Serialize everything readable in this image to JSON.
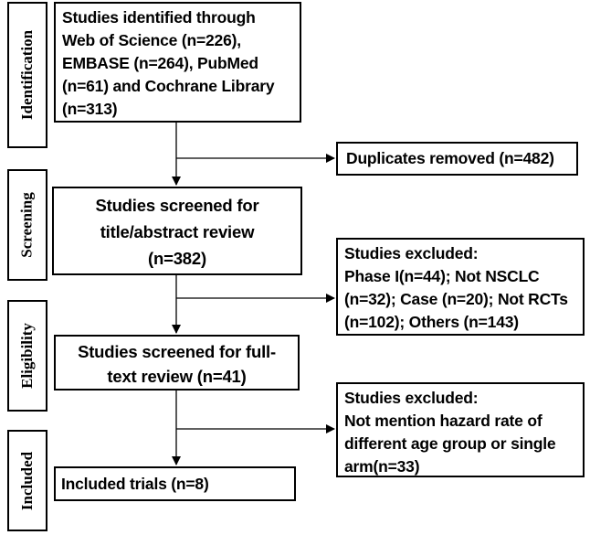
{
  "stages": {
    "identification": "Identification",
    "screening": "Screening",
    "eligibility": "Eligibility",
    "included": "Included"
  },
  "boxes": {
    "identified": [
      "Studies identified through",
      "Web of Science (n=226),",
      "EMBASE (n=264), PubMed",
      "(n=61) and Cochrane Library",
      "(n=313)"
    ],
    "duplicates": "Duplicates removed (n=482)",
    "screened_title": [
      "Studies screened for",
      "title/abstract review",
      "(n=382)"
    ],
    "excluded_1": [
      "Studies excluded:",
      "Phase I(n=44); Not NSCLC",
      "(n=32); Case (n=20); Not RCTs",
      "(n=102); Others (n=143)"
    ],
    "screened_full": [
      "Studies screened for full-",
      "text review (n=41)"
    ],
    "excluded_2": [
      "Studies excluded:",
      "Not mention hazard rate of",
      "different age group or single",
      "arm(n=33)"
    ],
    "included_trials": "Included trials (n=8)"
  }
}
